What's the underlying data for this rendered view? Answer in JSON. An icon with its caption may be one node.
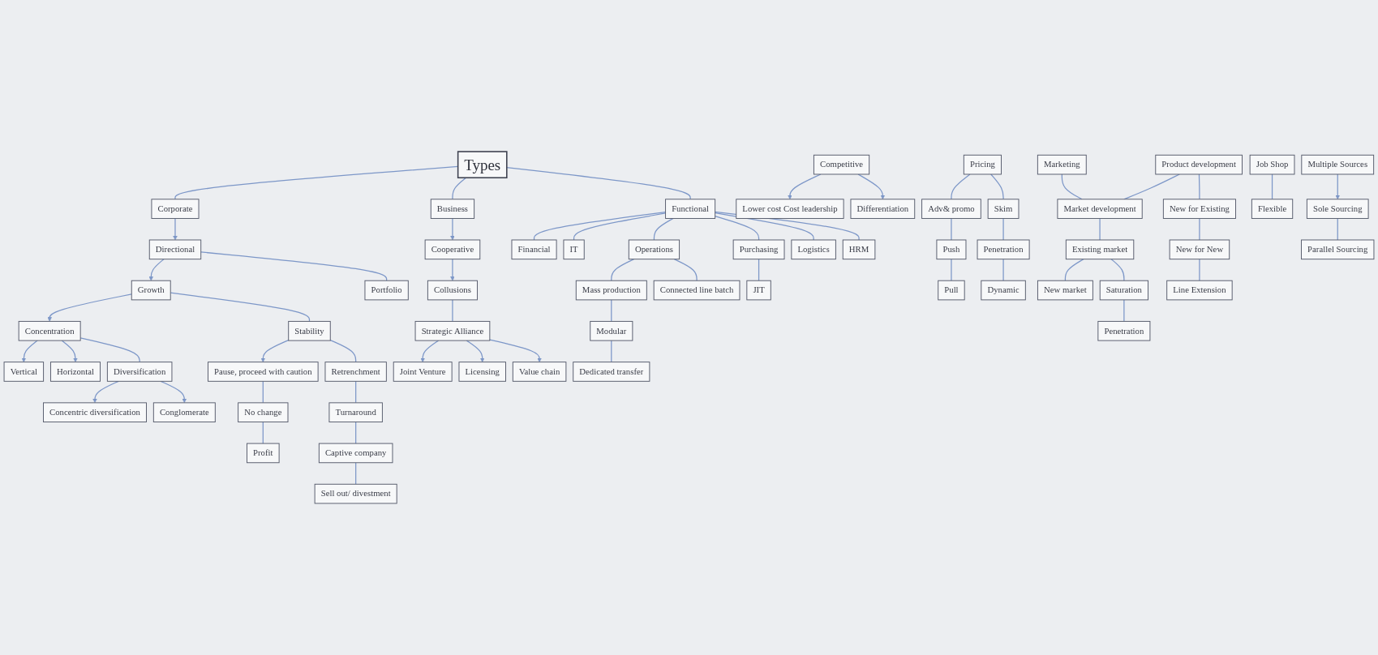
{
  "diagram": {
    "nodes": [
      {
        "text": [
          "Types"
        ]
      },
      {
        "text": [
          "Corporate"
        ]
      },
      {
        "text": [
          "Business"
        ]
      },
      {
        "text": [
          "Functional"
        ]
      },
      {
        "text": [
          "Directional"
        ]
      },
      {
        "text": [
          "Growth"
        ]
      },
      {
        "text": [
          "Concentration"
        ]
      },
      {
        "text": [
          "Vertical"
        ]
      },
      {
        "text": [
          "Horizontal"
        ]
      },
      {
        "text": [
          "Diversification"
        ]
      },
      {
        "text": [
          "Concentric diversification"
        ]
      },
      {
        "text": [
          "Conglomerate"
        ]
      },
      {
        "text": [
          "Stability"
        ]
      },
      {
        "text": [
          "Pause, proceed with caution"
        ]
      },
      {
        "text": [
          "No change"
        ]
      },
      {
        "text": [
          "Profit"
        ]
      },
      {
        "text": [
          "Retrenchment"
        ]
      },
      {
        "text": [
          "Turnaround"
        ]
      },
      {
        "text": [
          "Captive company"
        ]
      },
      {
        "text": [
          "Sell out/ divestment"
        ]
      },
      {
        "text": [
          "Portfolio"
        ]
      },
      {
        "text": [
          "Competitive"
        ]
      },
      {
        "text": [
          "Lower cost Cost leadership"
        ]
      },
      {
        "text": [
          "Differentiation"
        ]
      },
      {
        "text": [
          "Cooperative"
        ]
      },
      {
        "text": [
          "Collusions"
        ]
      },
      {
        "text": [
          "Strategic Alliance"
        ]
      },
      {
        "text": [
          "Joint Venture"
        ]
      },
      {
        "text": [
          "Licensing"
        ]
      },
      {
        "text": [
          "Value chain"
        ]
      },
      {
        "text": [
          "Marketing"
        ]
      },
      {
        "text": [
          "Financial"
        ]
      },
      {
        "text": [
          "IT"
        ]
      },
      {
        "text": [
          "Operations"
        ]
      },
      {
        "text": [
          "Purchasing"
        ]
      },
      {
        "text": [
          "Logistics"
        ]
      },
      {
        "text": [
          "HRM"
        ]
      },
      {
        "text": [
          "Pricing"
        ]
      },
      {
        "text": [
          "Skim"
        ]
      },
      {
        "text": [
          "Penetration"
        ]
      },
      {
        "text": [
          "Dynamic"
        ]
      },
      {
        "text": [
          "Adv& promo"
        ]
      },
      {
        "text": [
          "Push"
        ]
      },
      {
        "text": [
          "Pull"
        ]
      },
      {
        "text": [
          "Product development"
        ]
      },
      {
        "text": [
          "New for Existing"
        ]
      },
      {
        "text": [
          "New for New"
        ]
      },
      {
        "text": [
          "Line Extension"
        ]
      },
      {
        "text": [
          "Market development"
        ]
      },
      {
        "text": [
          "Existing market"
        ]
      },
      {
        "text": [
          "New market"
        ]
      },
      {
        "text": [
          "Saturation"
        ]
      },
      {
        "text": [
          "Penetration"
        ]
      },
      {
        "text": [
          "Mass production"
        ]
      },
      {
        "text": [
          "Modular"
        ]
      },
      {
        "text": [
          "Dedicated transfer"
        ]
      },
      {
        "text": [
          "Connected line batch"
        ]
      },
      {
        "text": [
          "Job Shop"
        ]
      },
      {
        "text": [
          "Flexible"
        ]
      },
      {
        "text": [
          "JIT"
        ]
      },
      {
        "text": [
          "Multiple Sources"
        ]
      },
      {
        "text": [
          "Sole Sourcing"
        ]
      },
      {
        "text": [
          "Parallel Sourcing"
        ]
      }
    ],
    "edges": [
      {
        "from": 0,
        "to": 1,
        "arrow": "none"
      },
      {
        "from": 0,
        "to": 2,
        "arrow": "none"
      },
      {
        "from": 0,
        "to": 3,
        "arrow": "none"
      },
      {
        "from": 1,
        "to": 4,
        "arrow": "to"
      },
      {
        "from": 4,
        "to": 5,
        "arrow": "to"
      },
      {
        "from": 4,
        "to": 20,
        "arrow": "none"
      },
      {
        "from": 5,
        "to": 6,
        "arrow": "to"
      },
      {
        "from": 6,
        "to": 7,
        "arrow": "to"
      },
      {
        "from": 6,
        "to": 8,
        "arrow": "to"
      },
      {
        "from": 6,
        "to": 9,
        "arrow": "none"
      },
      {
        "from": 9,
        "to": 10,
        "arrow": "to"
      },
      {
        "from": 9,
        "to": 11,
        "arrow": "to"
      },
      {
        "from": 5,
        "to": 12,
        "arrow": "none"
      },
      {
        "from": 12,
        "to": 13,
        "arrow": "to"
      },
      {
        "from": 13,
        "to": 14,
        "arrow": "none"
      },
      {
        "from": 14,
        "to": 15,
        "arrow": "none"
      },
      {
        "from": 12,
        "to": 16,
        "arrow": "none"
      },
      {
        "from": 16,
        "to": 17,
        "arrow": "none"
      },
      {
        "from": 17,
        "to": 18,
        "arrow": "none"
      },
      {
        "from": 18,
        "to": 19,
        "arrow": "none"
      },
      {
        "from": 2,
        "to": 24,
        "arrow": "to"
      },
      {
        "from": 21,
        "to": 22,
        "arrow": "to"
      },
      {
        "from": 21,
        "to": 23,
        "arrow": "to"
      },
      {
        "from": 24,
        "to": 25,
        "arrow": "to"
      },
      {
        "from": 25,
        "to": 26,
        "arrow": "none"
      },
      {
        "from": 26,
        "to": 27,
        "arrow": "to"
      },
      {
        "from": 26,
        "to": 28,
        "arrow": "to"
      },
      {
        "from": 26,
        "to": 29,
        "arrow": "to"
      },
      {
        "from": 3,
        "to": 31,
        "arrow": "none"
      },
      {
        "from": 3,
        "to": 32,
        "arrow": "none"
      },
      {
        "from": 3,
        "to": 33,
        "arrow": "none"
      },
      {
        "from": 3,
        "to": 34,
        "arrow": "none"
      },
      {
        "from": 3,
        "to": 35,
        "arrow": "none"
      },
      {
        "from": 3,
        "to": 36,
        "arrow": "none"
      },
      {
        "from": 30,
        "to": 48,
        "arrow": "none"
      },
      {
        "from": 37,
        "to": 41,
        "arrow": "none"
      },
      {
        "from": 37,
        "to": 38,
        "arrow": "none"
      },
      {
        "from": 38,
        "to": 39,
        "arrow": "none"
      },
      {
        "from": 39,
        "to": 40,
        "arrow": "none"
      },
      {
        "from": 41,
        "to": 42,
        "arrow": "none"
      },
      {
        "from": 42,
        "to": 43,
        "arrow": "none"
      },
      {
        "from": 44,
        "to": 48,
        "arrow": "none"
      },
      {
        "from": 44,
        "to": 45,
        "arrow": "none"
      },
      {
        "from": 45,
        "to": 46,
        "arrow": "none"
      },
      {
        "from": 46,
        "to": 47,
        "arrow": "none"
      },
      {
        "from": 48,
        "to": 49,
        "arrow": "none"
      },
      {
        "from": 49,
        "to": 50,
        "arrow": "none"
      },
      {
        "from": 49,
        "to": 51,
        "arrow": "none"
      },
      {
        "from": 51,
        "to": 52,
        "arrow": "none"
      },
      {
        "from": 33,
        "to": 53,
        "arrow": "none"
      },
      {
        "from": 33,
        "to": 56,
        "arrow": "none"
      },
      {
        "from": 53,
        "to": 54,
        "arrow": "none"
      },
      {
        "from": 54,
        "to": 55,
        "arrow": "none"
      },
      {
        "from": 57,
        "to": 58,
        "arrow": "none"
      },
      {
        "from": 34,
        "to": 59,
        "arrow": "none"
      },
      {
        "from": 60,
        "to": 61,
        "arrow": "to"
      },
      {
        "from": 61,
        "to": 62,
        "arrow": "none"
      }
    ]
  }
}
